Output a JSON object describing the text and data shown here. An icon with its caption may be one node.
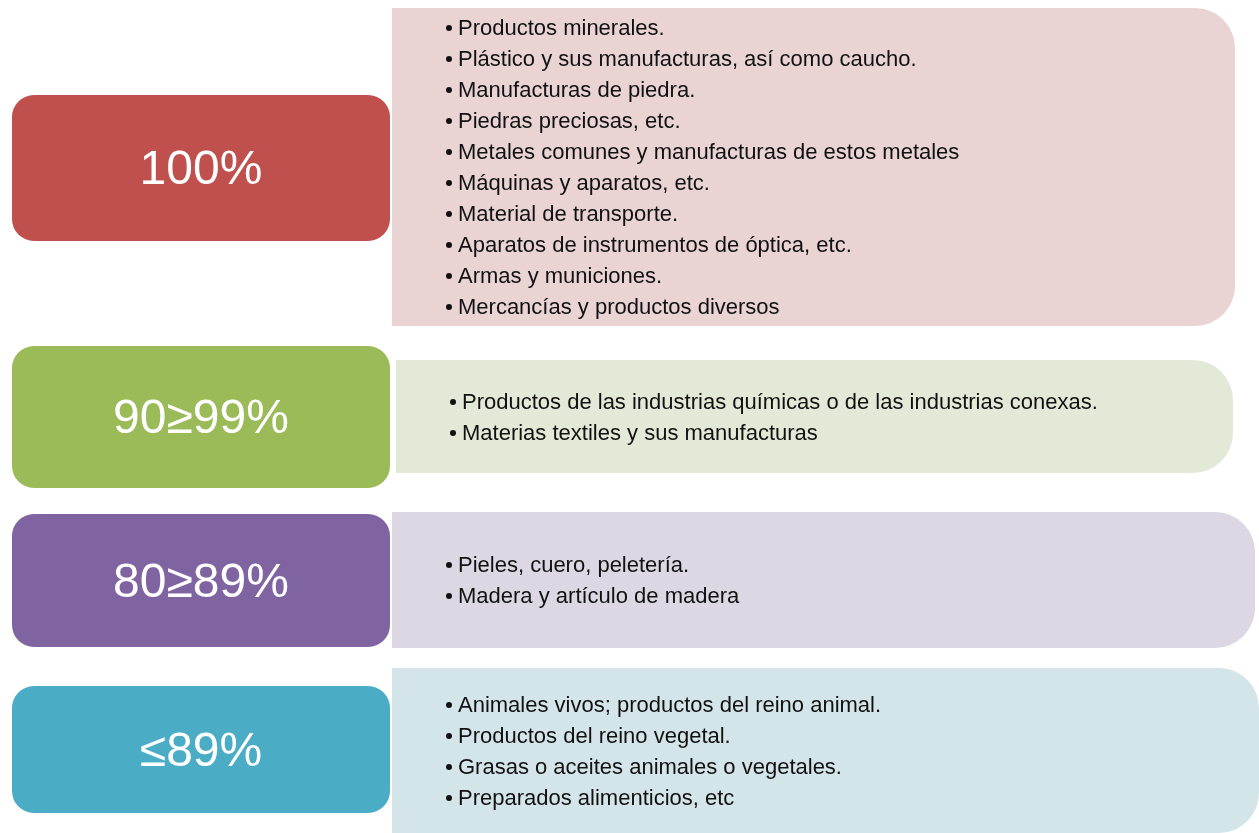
{
  "diagram": {
    "nodes": [
      {
        "text": [
          "100%"
        ]
      },
      {
        "text": [
          "Productos minerales.",
          "Plástico y sus manufacturas, así como caucho.",
          "Manufacturas de piedra.",
          "Piedras preciosas, etc.",
          "Metales comunes y manufacturas de estos metales",
          "Máquinas y aparatos, etc.",
          "Material de transporte.",
          "Aparatos de instrumentos de óptica, etc.",
          "Armas y municiones.",
          "Mercancías y productos diversos"
        ]
      },
      {
        "text": [
          "90≥99%"
        ]
      },
      {
        "text": [
          "Productos de las industrias químicas o de las industrias conexas.",
          "Materias textiles y sus manufacturas"
        ]
      },
      {
        "text": [
          "80≥89%"
        ]
      },
      {
        "text": [
          "Pieles, cuero, peletería.",
          "Madera y artículo de madera"
        ]
      },
      {
        "text": [
          "≤89%"
        ]
      },
      {
        "text": [
          "Animales vivos; productos del reino animal.",
          "Productos del reino vegetal.",
          "Grasas o aceites animales o vegetales.",
          "Preparados alimenticios, etc"
        ]
      }
    ]
  }
}
